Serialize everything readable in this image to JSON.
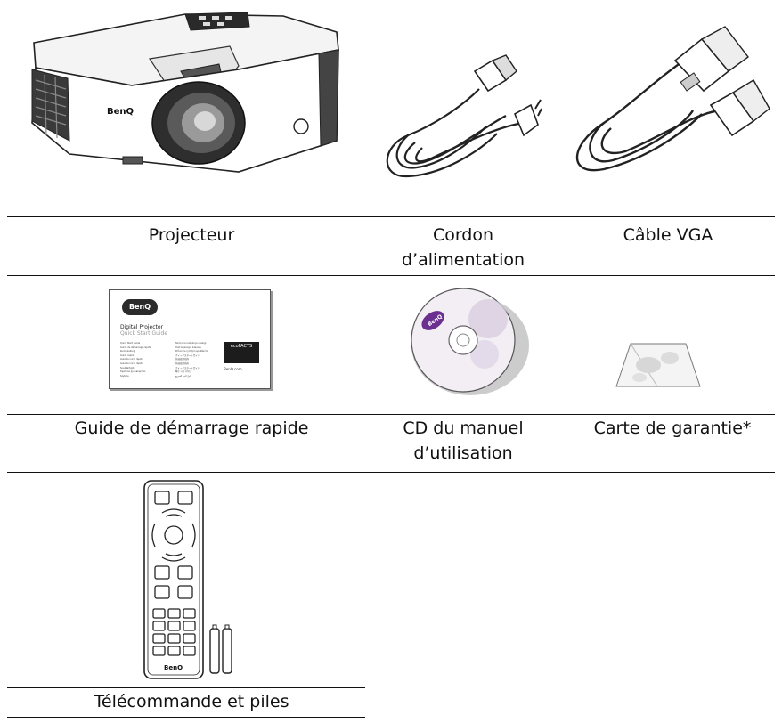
{
  "items": [
    {
      "caption": "Projecteur"
    },
    {
      "caption_line1": "Cordon",
      "caption_line2": "d’alimentation"
    },
    {
      "caption": "Câble VGA"
    },
    {
      "caption": "Guide de démarrage rapide"
    },
    {
      "caption_line1": "CD du manuel",
      "caption_line2": "d’utilisation"
    },
    {
      "caption": "Carte de garantie*"
    },
    {
      "caption": "Télécommande et piles"
    }
  ],
  "projector": {
    "brand": "BenQ"
  },
  "guide": {
    "brand": "BenQ",
    "title": "Digital Projector",
    "subtitle": "Quick Start Guide",
    "badge": "ecoFACTS",
    "site": "BenQ.com",
    "lines_left": [
      "Quick Start Guide",
      "Guide de démarrage rapide",
      "Kurzanleitung",
      "Guida rapida",
      "Guía de inicio rápido",
      "Guia de início rápido",
      "Snelstartgids",
      "Краткое руководство",
      "Szybkie"
    ],
    "lines_right": [
      "Skrócona instrukcja obsługi",
      "Hızlı başlangıç kılavuzu",
      "Průvodce rychlým spuštěním",
      "クイックスタートガイド",
      "快速使用指南",
      "快速使用指南",
      "クイックスタートガイド",
      "빠른 시작 가이드",
      "دليل البدء السريع"
    ]
  },
  "cd": {
    "brand": "BenQ"
  },
  "remote": {
    "brand": "BenQ"
  }
}
